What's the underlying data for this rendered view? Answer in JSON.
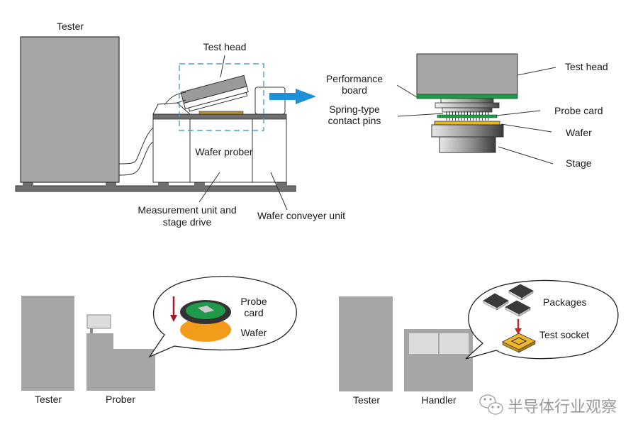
{
  "top_left": {
    "tester_label": "Tester",
    "test_head_label": "Test head",
    "wafer_prober_label": "Wafer prober",
    "measurement_label_line1": "Measurement unit and",
    "measurement_label_line2": "stage drive",
    "conveyer_label": "Wafer conveyer unit"
  },
  "top_right": {
    "test_head_label": "Test head",
    "performance_board_line1": "Performance",
    "performance_board_line2": "board",
    "spring_pins_line1": "Spring-type",
    "spring_pins_line2": "contact pins",
    "probe_card_label": "Probe card",
    "wafer_label": "Wafer",
    "stage_label": "Stage"
  },
  "bottom_left": {
    "tester_label": "Tester",
    "prober_label": "Prober",
    "bubble_probe_line1": "Probe",
    "bubble_probe_line2": "card",
    "bubble_wafer_label": "Wafer"
  },
  "bottom_right": {
    "tester_label": "Tester",
    "handler_label": "Handler",
    "packages_label": "Packages",
    "test_socket_label": "Test socket"
  },
  "watermark": {
    "text": "半导体行业观察",
    "icon": "wechat-icon"
  },
  "colors": {
    "machine_gray": "#a6a6a6",
    "dark_gray": "#6e6e6e",
    "accent_blue": "#1e90d6",
    "dashed_blue": "#4aa3c8",
    "pcb_green": "#1f9a4a",
    "wafer_gold": "#e6b820",
    "wafer_orange": "#f39c1a",
    "arrow_red": "#a0182a",
    "package_dark": "#3a3a3a"
  }
}
